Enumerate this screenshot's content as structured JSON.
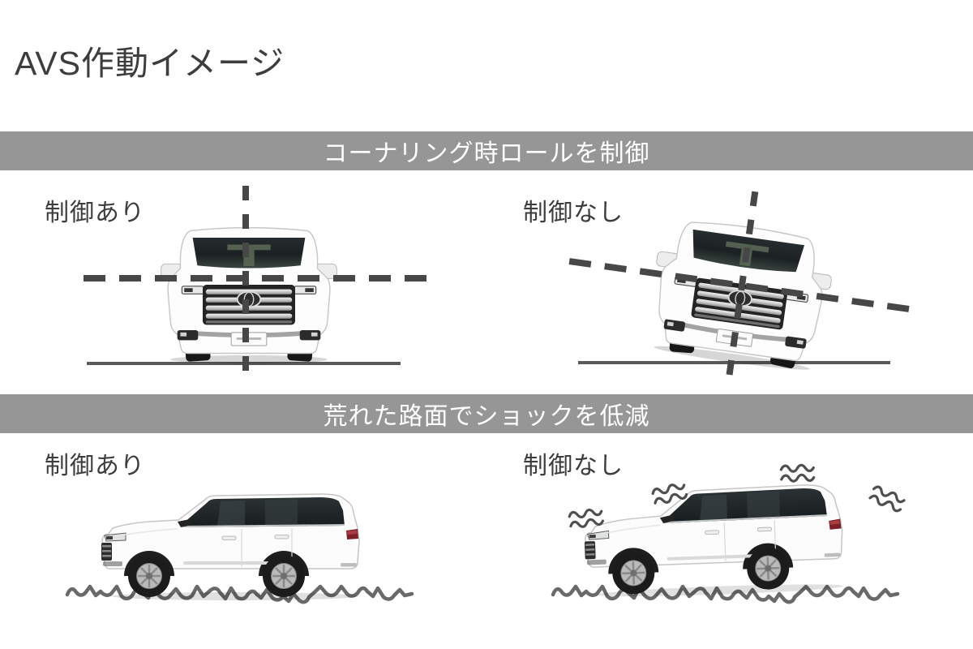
{
  "page": {
    "title": "AVS作動イメージ"
  },
  "sections": [
    {
      "id": "cornering-roll-control",
      "banner": "コーナリング時ロールを制御",
      "panels": [
        {
          "label": "制御あり"
        },
        {
          "label": "制御なし"
        }
      ]
    },
    {
      "id": "rough-road-shock-reduction",
      "banner": "荒れた路面でショックを低減",
      "panels": [
        {
          "label": "制御あり"
        },
        {
          "label": "制御なし"
        }
      ]
    }
  ],
  "colors": {
    "banner_background": "#969696",
    "banner_text": "#ffffff",
    "title_text": "#3d3d3d",
    "label_text": "#3d3d3d",
    "guide_dash_line": "#474747",
    "ground_line": "#5a5a5a",
    "road_line": "#696969",
    "vibration_marks": "#4f4f4f",
    "car_body": "#ffffff",
    "car_glass": "#232a2c"
  }
}
